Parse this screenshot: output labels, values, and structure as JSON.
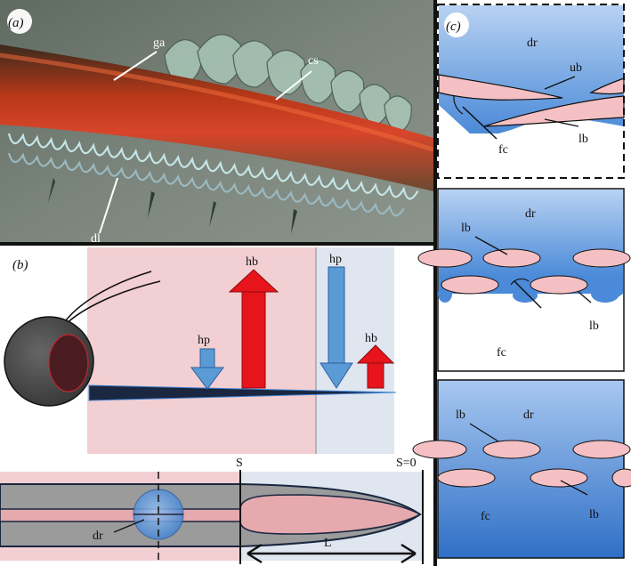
{
  "panels": {
    "a": {
      "label": "(a)",
      "labels": {
        "ga": "ga",
        "cs": "cs",
        "dl": "dl"
      }
    },
    "b": {
      "label": "(b)",
      "labels": {
        "hp_left": "hp",
        "hb_left": "hb",
        "hp_right": "hp",
        "hb_right": "hb",
        "S": "S",
        "S0": "S=0",
        "dr": "dr",
        "L": "L"
      }
    },
    "c": {
      "label": "(c)",
      "top": {
        "dr": "dr",
        "ub": "ub",
        "fc": "fc",
        "lb": "lb"
      },
      "middle": {
        "lb_top": "lb",
        "dr": "dr",
        "lb_right": "lb",
        "fc": "fc"
      },
      "bottom": {
        "lb_top": "lb",
        "dr": "dr",
        "lb_right": "lb",
        "fc": "fc"
      }
    }
  },
  "colors": {
    "hp_arrow": "#5b9bd5",
    "hb_arrow": "#e8141c",
    "pink_region": "#f2cfd2",
    "blue_region": "#dfe6f0",
    "cell_pink": "#f4c0c4",
    "droplet_blue": "#3f7fcf"
  }
}
